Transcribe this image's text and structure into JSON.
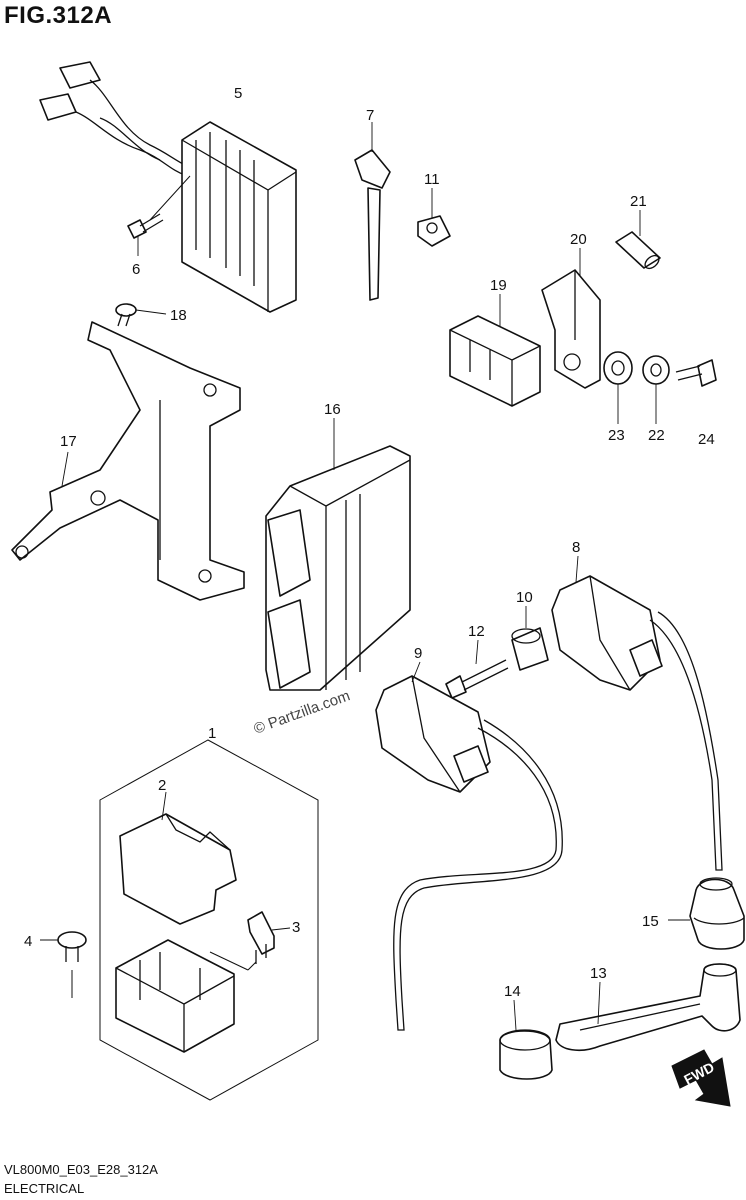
{
  "header": {
    "figure_title": "FIG.312A"
  },
  "footer": {
    "diagram_code": "VL800M0_E03_E28_312A",
    "diagram_name": "ELECTRICAL"
  },
  "watermark": "© Partzilla.com",
  "direction_marker": "FWD",
  "callouts": {
    "1": "1",
    "2": "2",
    "3": "3",
    "4": "4",
    "5": "5",
    "6": "6",
    "7": "7",
    "8": "8",
    "9": "9",
    "10": "10",
    "11": "11",
    "12": "12",
    "13": "13",
    "14": "14",
    "15": "15",
    "16": "16",
    "17": "17",
    "18": "18",
    "19": "19",
    "20": "20",
    "21": "21",
    "22": "22",
    "23": "23",
    "24": "24"
  },
  "colors": {
    "line": "#111111",
    "background": "#ffffff",
    "fwd_arrow": "#111111"
  }
}
